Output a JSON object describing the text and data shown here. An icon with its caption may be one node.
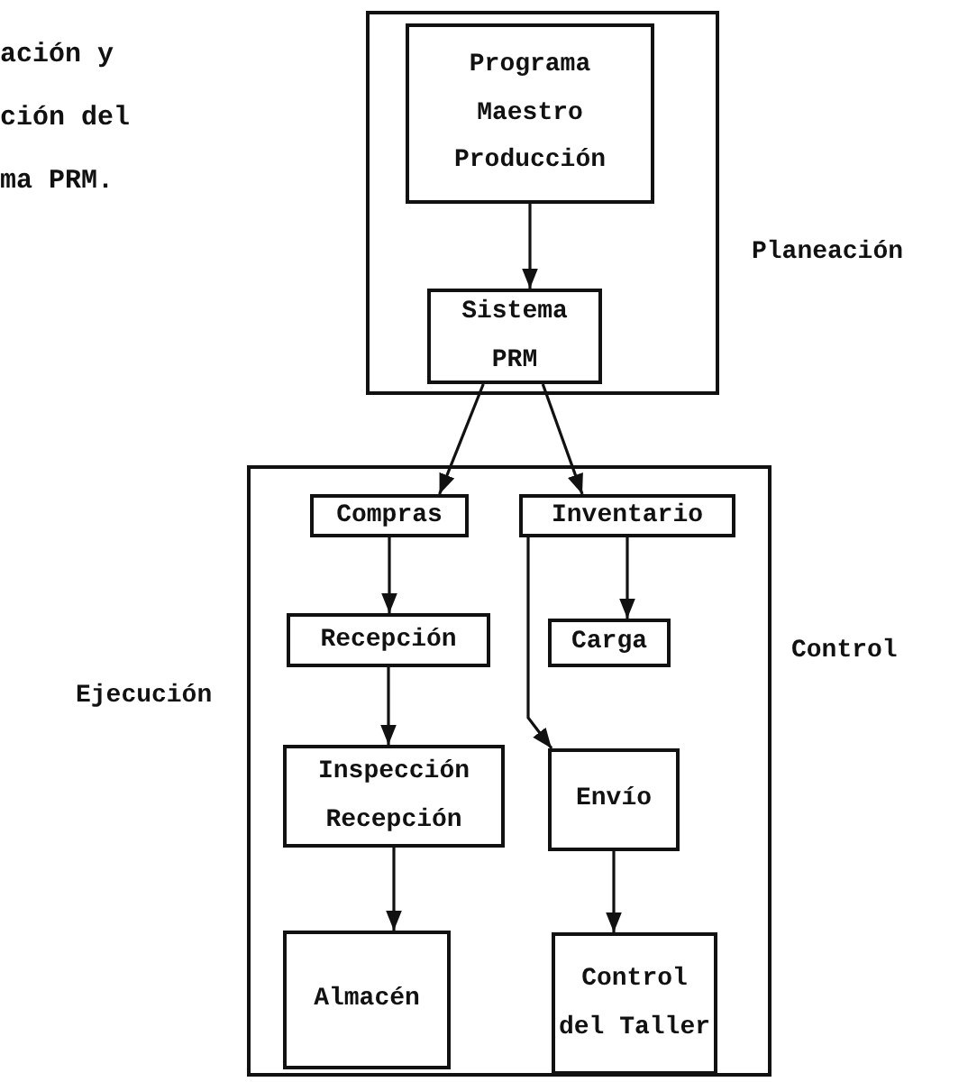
{
  "diagram": {
    "nodes": [
      {
        "text": [
          "Planeación"
        ]
      },
      {
        "text": [
          "Programa Maestro Producción"
        ],
        "in": 0
      },
      {
        "text": [
          "Sistema PRM"
        ],
        "in": 0
      },
      {
        "text": [
          "Ejecución",
          "Control"
        ]
      },
      {
        "text": [
          "Compras"
        ],
        "in": 3
      },
      {
        "text": [
          "Inventario"
        ],
        "in": 3
      },
      {
        "text": [
          "Recepción"
        ],
        "in": 3
      },
      {
        "text": [
          "Carga"
        ],
        "in": 3
      },
      {
        "text": [
          "Inspección Recepción"
        ],
        "in": 3
      },
      {
        "text": [
          "Envío"
        ],
        "in": 3
      },
      {
        "text": [
          "Almacén"
        ],
        "in": 3
      },
      {
        "text": [
          "Control del Taller"
        ],
        "in": 3
      }
    ],
    "edges": [
      {
        "from": 1,
        "to": 2,
        "arrow": "to"
      },
      {
        "from": 2,
        "to": 4,
        "arrow": "to"
      },
      {
        "from": 2,
        "to": 5,
        "arrow": "to"
      },
      {
        "from": 4,
        "to": 6,
        "arrow": "to"
      },
      {
        "from": 5,
        "to": 7,
        "arrow": "to"
      },
      {
        "from": 5,
        "to": 9,
        "arrow": "to"
      },
      {
        "from": 6,
        "to": 8,
        "arrow": "to"
      },
      {
        "from": 8,
        "to": 10,
        "arrow": "to"
      },
      {
        "from": 9,
        "to": 11,
        "arrow": "to"
      }
    ],
    "labels": [
      "ación y",
      "ción del",
      "ma PRM."
    ]
  }
}
